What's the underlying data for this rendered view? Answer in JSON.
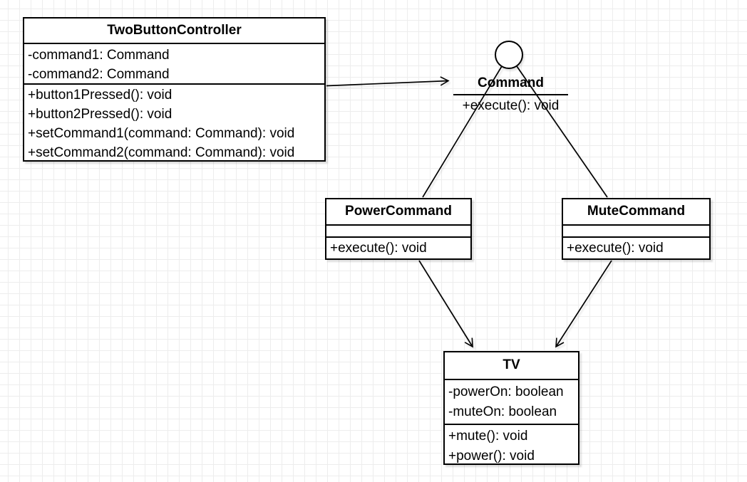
{
  "diagram": {
    "classes": [
      {
        "name": "TwoButtonController",
        "attributes": [
          "-command1: Command",
          "-command2: Command"
        ],
        "methods": [
          "+button1Pressed(): void",
          "+button2Pressed(): void",
          "+setCommand1(command: Command): void",
          "+setCommand2(command: Command): void"
        ]
      },
      {
        "name": "PowerCommand",
        "attributes": [],
        "methods": [
          "+execute(): void"
        ]
      },
      {
        "name": "MuteCommand",
        "attributes": [],
        "methods": [
          "+execute(): void"
        ]
      },
      {
        "name": "TV",
        "attributes": [
          "-powerOn: boolean",
          "-muteOn: boolean"
        ],
        "methods": [
          "+mute(): void",
          "+power(): void"
        ]
      }
    ],
    "interface": {
      "name": "Command",
      "method": "+execute(): void",
      "notation": "lollipop-circle"
    },
    "relationships": [
      {
        "type": "dependency-arrow",
        "from": "TwoButtonController",
        "to": "Command"
      },
      {
        "type": "realization-line",
        "from": "PowerCommand",
        "to": "Command"
      },
      {
        "type": "realization-line",
        "from": "MuteCommand",
        "to": "Command"
      },
      {
        "type": "dependency-arrow",
        "from": "PowerCommand",
        "to": "TV"
      },
      {
        "type": "dependency-arrow",
        "from": "MuteCommand",
        "to": "TV"
      }
    ],
    "colors": {
      "stroke": "#000000",
      "fill": "#ffffff",
      "grid": "#ededed",
      "canvas": "#ffffff",
      "text": "#000000"
    }
  }
}
